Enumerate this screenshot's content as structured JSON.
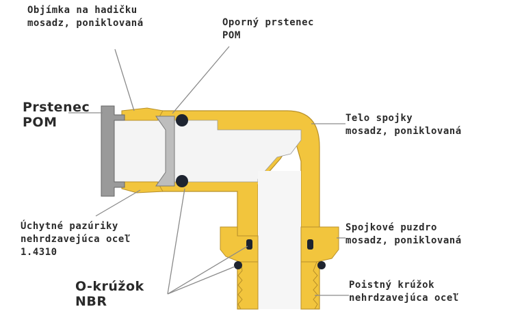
{
  "labels": {
    "sleeve": {
      "line1": "Objímka na hadičku",
      "line2": "mosadz, poniklovaná"
    },
    "support_ring": {
      "line1": "Oporný prstenec",
      "line2": "POM"
    },
    "ring": {
      "line1": "Prstenec",
      "line2": "POM"
    },
    "body": {
      "line1": "Telo spojky",
      "line2": "mosadz, poniklovaná"
    },
    "claws": {
      "line1": "Úchytné pazúriky",
      "line2": "nehrdzavejúca oceľ",
      "line3": "1.4310"
    },
    "nut": {
      "line1": "Spojkové puzdro",
      "line2": "mosadz, poniklovaná"
    },
    "oring": {
      "line1": "O-krúžok",
      "line2": "NBR"
    },
    "lock_ring": {
      "line1": "Poistný krúžok",
      "line2": "nehrdzavejúca oceľ"
    }
  },
  "colors": {
    "brass": "#f2c53d",
    "brass_edge": "#b8902a",
    "pom": "#9a9a9a",
    "oring": "#1e2430",
    "bore": "#f4f4f4"
  }
}
